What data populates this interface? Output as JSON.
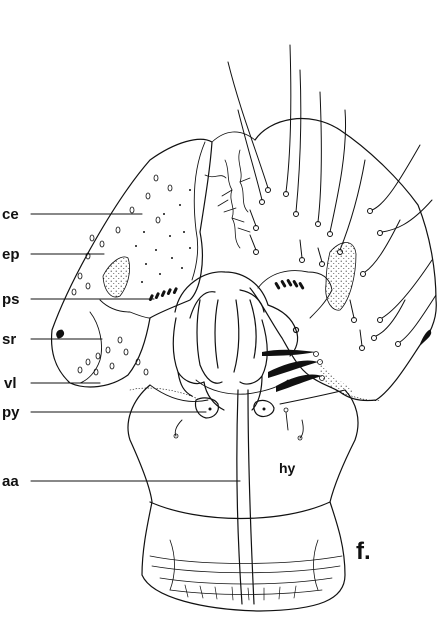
{
  "labels": {
    "ce": "ce",
    "ep": "ep",
    "ps": "ps",
    "sr": "sr",
    "vl": "vl",
    "py": "py",
    "aa": "aa",
    "hy": "hy"
  },
  "panel_letter": "f.",
  "colors": {
    "ink": "#111111",
    "background": "#ffffff"
  }
}
